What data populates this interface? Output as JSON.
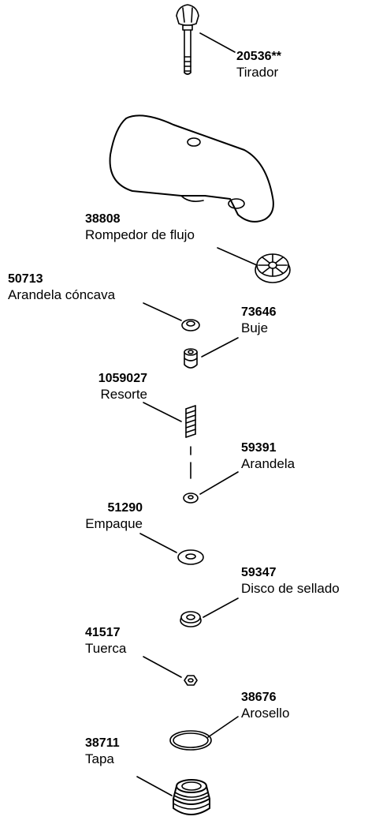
{
  "parts": [
    {
      "number": "20536**",
      "name": "Tirador"
    },
    {
      "number": "38808",
      "name": "Rompedor de flujo"
    },
    {
      "number": "50713",
      "name": "Arandela cóncava"
    },
    {
      "number": "73646",
      "name": "Buje"
    },
    {
      "number": "1059027",
      "name": "Resorte"
    },
    {
      "number": "59391",
      "name": "Arandela"
    },
    {
      "number": "51290",
      "name": "Empaque"
    },
    {
      "number": "59347",
      "name": "Disco de sellado"
    },
    {
      "number": "41517",
      "name": "Tuerca"
    },
    {
      "number": "38676",
      "name": "Arosello"
    },
    {
      "number": "38711",
      "name": "Tapa"
    }
  ]
}
